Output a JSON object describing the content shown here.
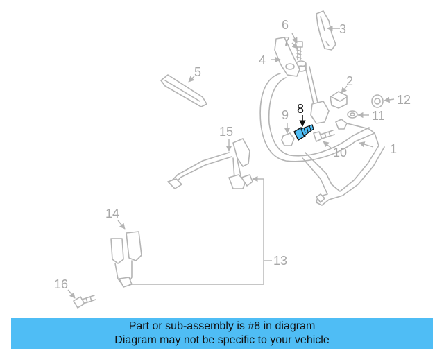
{
  "diagram": {
    "callouts": [
      "1",
      "2",
      "3",
      "4",
      "5",
      "6",
      "7",
      "8",
      "9",
      "10",
      "11",
      "12",
      "13",
      "14",
      "15",
      "16"
    ],
    "highlighted_part": "8",
    "highlight_color": "#4fbdf5",
    "part_line_color": "#b4b4b4"
  },
  "banner": {
    "line1": "Part or sub-assembly is #8 in diagram",
    "line2": "Diagram may not be specific to your vehicle",
    "background": "#4fbdf5"
  }
}
